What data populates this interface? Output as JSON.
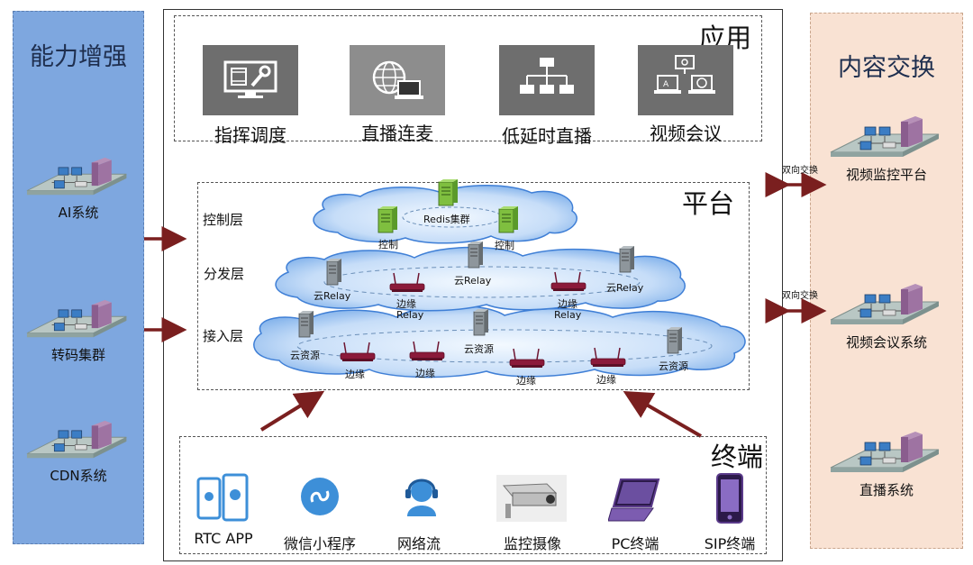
{
  "left": {
    "title": "能力增强",
    "items": [
      {
        "label": "AI系统"
      },
      {
        "label": "转码集群"
      },
      {
        "label": "CDN系统"
      }
    ]
  },
  "right": {
    "title": "内容交换",
    "items": [
      {
        "label": "视频监控平台"
      },
      {
        "label": "视频会议系统"
      },
      {
        "label": "直播系统"
      }
    ],
    "exchange_label": "双向交换"
  },
  "apps": {
    "title": "应用",
    "items": [
      {
        "label": "指挥调度",
        "icon": "monitor-wrench-icon"
      },
      {
        "label": "直播连麦",
        "icon": "globe-laptop-icon"
      },
      {
        "label": "低延时直播",
        "icon": "hierarchy-icon"
      },
      {
        "label": "视频会议",
        "icon": "conference-icon"
      }
    ]
  },
  "platform": {
    "title": "平台",
    "layers": {
      "control": "控制层",
      "distribution": "分发层",
      "access": "接入层"
    },
    "control_nodes": {
      "redis": "Redis集群",
      "control_left": "控制",
      "control_right": "控制"
    },
    "distribution_nodes": {
      "cloud_relay_1": "云Relay",
      "edge_relay_1_top": "边缘",
      "edge_relay_1_bottom": "Relay",
      "cloud_relay_2": "云Relay",
      "edge_relay_2_top": "边缘",
      "edge_relay_2_bottom": "Relay",
      "cloud_relay_3": "云Relay"
    },
    "access_nodes": {
      "cloud_source_1": "云资源",
      "edge_1": "边缘",
      "edge_2": "边缘",
      "cloud_source_2": "云资源",
      "edge_3": "边缘",
      "edge_4": "边缘",
      "cloud_source_3": "云资源"
    }
  },
  "terminals": {
    "title": "终端",
    "items": [
      {
        "label": "RTC APP",
        "icon": "smartphone-icon"
      },
      {
        "label": "微信小程序",
        "icon": "miniprogram-icon"
      },
      {
        "label": "网络流",
        "icon": "headset-user-icon"
      },
      {
        "label": "监控摄像",
        "icon": "camera-icon"
      },
      {
        "label": "PC终端",
        "icon": "laptop-icon"
      },
      {
        "label": "SIP终端",
        "icon": "tablet-icon"
      }
    ]
  },
  "colors": {
    "left_panel": "#7ea7df",
    "right_panel": "#f9e2d3",
    "arrow": "#7a1f1f",
    "app_tile": "#6e6e6e",
    "cloud": "#cfe3fb",
    "router": "#8b1a3a",
    "server_green": "#7fbf3f"
  }
}
